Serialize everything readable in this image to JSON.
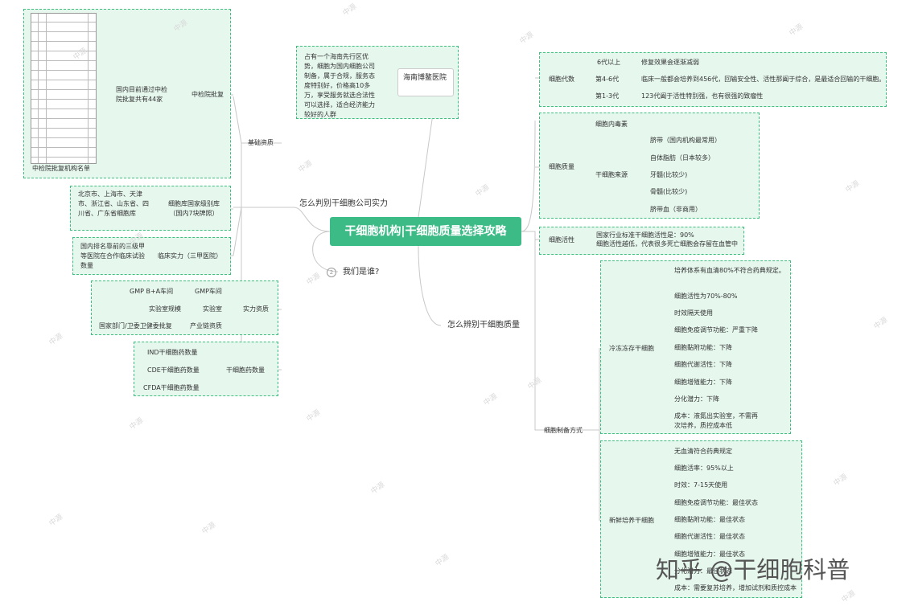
{
  "central": "干细胞机构|干细胞质量选择攻略",
  "left": {
    "q1": "怎么判别干细胞公司实力",
    "q2": "我们是谁?",
    "q2_num": "2",
    "basic": "基础资质",
    "zhongjian": "中检院批复",
    "zhongjian_count": "国内目前通过中检院批复共有44家",
    "zhongjian_list": "中检院批复机构名单",
    "bank": "细胞库国家级别库（国内7块牌照）",
    "bank_regions": "北京市、上海市、天津市、浙江省、山东省、四川省、广东省细胞库",
    "clinical": "临床实力（三甲医院）",
    "clinical_desc": "国内排名靠前的三级甲等医院在合作临床试验数量",
    "strength": "实力资质",
    "gmp": "GMP车间",
    "gmp_detail": "GMP B+A车间",
    "lab": "实验室",
    "lab_detail": "实验室规模",
    "chain": "产业链资质",
    "chain_detail": "国家部门/卫委卫健委批复",
    "drug": "干细胞药数量",
    "ind": "IND干细胞药数量",
    "cde": "CDE干细胞药数量",
    "cfda": "CFDA干细胞药数量"
  },
  "hospital": {
    "name": "海南博鳌医院",
    "desc": "占有一个海南先行区优势，细胞为国内细胞公司制备，属于合规，服务态度特别好，价格高10多万，享受服务就选合法性可以选择，适合经济能力较好的人群"
  },
  "right": {
    "q3": "怎么辨别干细胞质量",
    "gen": "细胞代数",
    "gen_items": [
      {
        "k": "6代以上",
        "v": "修复效果会逐渐减弱"
      },
      {
        "k": "第4-6代",
        "v": "临床一般都会培养到456代，回输安全性、活性那阖于综合，是最适合回输的干细胞。"
      },
      {
        "k": "第1-3代",
        "v": "123代阖于活性特别强，也有很强的致瘤性"
      }
    ],
    "quality": "细胞质量",
    "toxin": "细胞内毒素",
    "source": "干细胞来源",
    "sources": [
      "脐带（国内机构最常用）",
      "自体脂肪（日本较多）",
      "牙髓(比较少)",
      "骨髓(比较少)",
      "脐带血（非商用）"
    ],
    "activity": "细胞活性",
    "activity_desc1": "国家行业标准干细胞活性是：90%",
    "activity_desc2": "细胞活性越低，代表很多死亡细胞会存留在血管中",
    "prep": "细胞制备方式",
    "frozen": "冷冻冻存干细胞",
    "frozen_items": [
      "培养体系有血清80%不符合药典规定。",
      "细胞活性为70%-80%",
      "时效隔天使用",
      "细胞免疫调节功能：严重下降",
      "细胞黏附功能：下降",
      "细胞代谢活性：下降",
      "细胞增殖能力：下降",
      "分化潜力：下降",
      "成本：液氮出实验室，不需再次培养，质控成本低"
    ],
    "fresh": "新鲜培养干细胞",
    "fresh_items": [
      "无血清符合药典规定",
      "细胞活率：95%以上",
      "时效：7-15天使用",
      "细胞免疫调节功能：最佳状态",
      "细胞黏附功能：最佳状态",
      "细胞代谢活性：最佳状态",
      "细胞增殖能力：最佳状态",
      "分化潜力：最佳状态",
      "成本：需要复苏培养，增加试剂和质控成本"
    ]
  },
  "watermark": "知乎 @干细胞科普",
  "wm_small": "中源",
  "colors": {
    "accent": "#3dbb87",
    "box_fill": "#e6f7ee",
    "box_border": "#3fbf7f",
    "line": "#c8c8c8"
  }
}
